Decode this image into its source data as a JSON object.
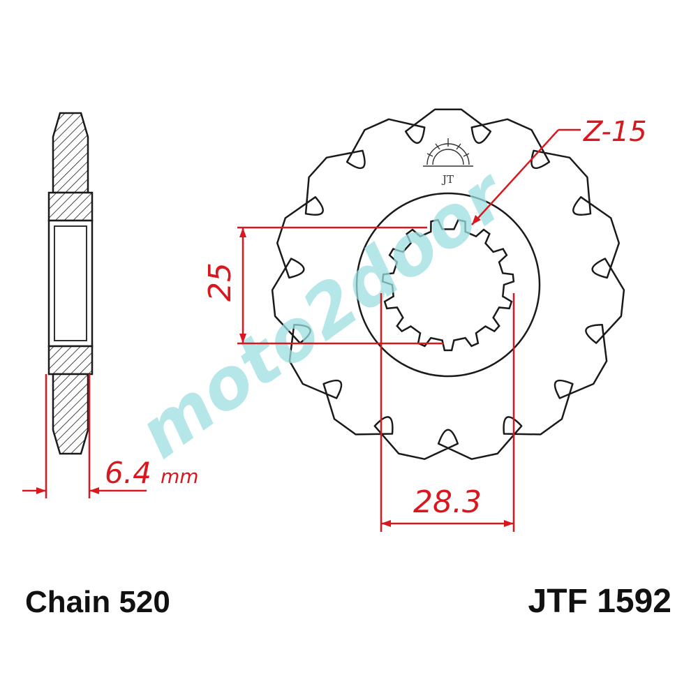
{
  "drawing": {
    "tooth_label": "Z-15",
    "dim_inner": "25",
    "dim_outer": "28.3",
    "dim_thickness_value": "6.4",
    "dim_thickness_unit": "mm",
    "chain_label": "Chain 520",
    "part_number": "JTF 1592",
    "watermark": "moto2door",
    "logo_mark": "JT"
  },
  "sprocket": {
    "teeth": 15,
    "spline_teeth": 15
  },
  "colors": {
    "dimension": "#d8181e",
    "outline": "#1a1a1a",
    "watermark": "#9edfe0",
    "text": "#111111"
  }
}
